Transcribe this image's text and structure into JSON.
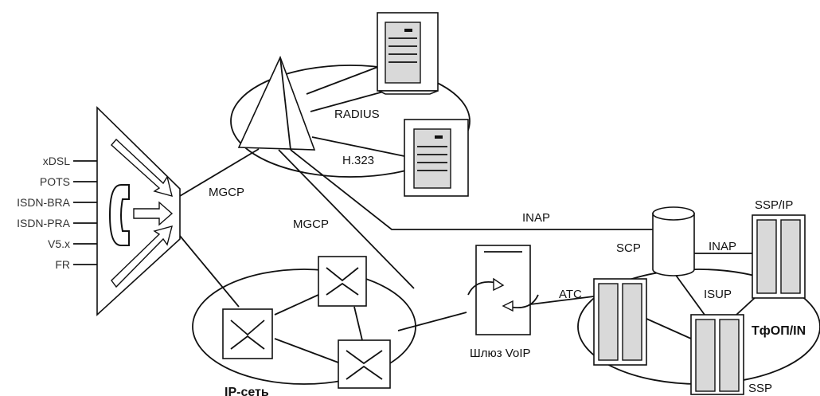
{
  "access_inputs": [
    "xDSL",
    "POTS",
    "ISDN-BRA",
    "ISDN-PRA",
    "V5.x",
    "FR"
  ],
  "protocols": {
    "radius": "RADIUS",
    "h323": "H.323",
    "mgcp_upper": "MGCP",
    "mgcp_lower": "MGCP",
    "inap_long": "INAP",
    "inap_short": "INAP",
    "isup": "ISUP"
  },
  "nodes": {
    "scp": "SCP",
    "ssp_ip": "SSP/IP",
    "ats": "ATC",
    "ssp": "SSP",
    "voip_gateway": "Шлюз VoIP",
    "ip_network": "IP-сеть",
    "pstn_in": "ТфОП/IN"
  }
}
